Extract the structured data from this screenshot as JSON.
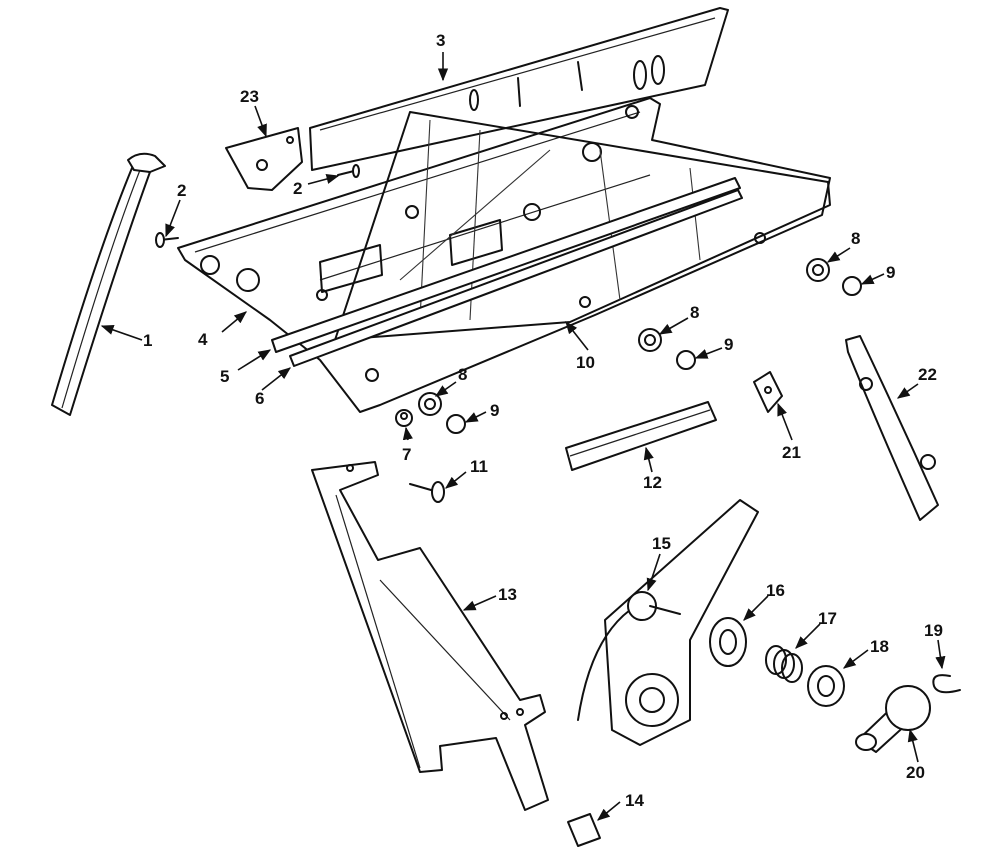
{
  "callouts": [
    {
      "id": "c1",
      "text": "1"
    },
    {
      "id": "c2a",
      "text": "2"
    },
    {
      "id": "c2b",
      "text": "2"
    },
    {
      "id": "c3",
      "text": "3"
    },
    {
      "id": "c4",
      "text": "4"
    },
    {
      "id": "c5",
      "text": "5"
    },
    {
      "id": "c6",
      "text": "6"
    },
    {
      "id": "c7",
      "text": "7"
    },
    {
      "id": "c8a",
      "text": "8"
    },
    {
      "id": "c8b",
      "text": "8"
    },
    {
      "id": "c8c",
      "text": "8"
    },
    {
      "id": "c9a",
      "text": "9"
    },
    {
      "id": "c9b",
      "text": "9"
    },
    {
      "id": "c9c",
      "text": "9"
    },
    {
      "id": "c10",
      "text": "10"
    },
    {
      "id": "c11",
      "text": "11"
    },
    {
      "id": "c12",
      "text": "12"
    },
    {
      "id": "c13",
      "text": "13"
    },
    {
      "id": "c14",
      "text": "14"
    },
    {
      "id": "c15",
      "text": "15"
    },
    {
      "id": "c16",
      "text": "16"
    },
    {
      "id": "c17",
      "text": "17"
    },
    {
      "id": "c18",
      "text": "18"
    },
    {
      "id": "c19",
      "text": "19"
    },
    {
      "id": "c20",
      "text": "20"
    },
    {
      "id": "c21",
      "text": "21"
    },
    {
      "id": "c22",
      "text": "22"
    },
    {
      "id": "c23",
      "text": "23"
    }
  ]
}
